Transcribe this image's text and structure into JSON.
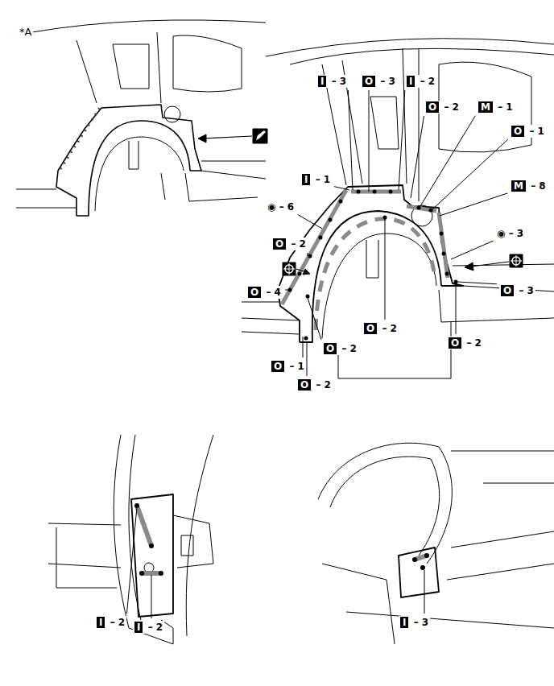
{
  "diagram": {
    "labels": [
      "I – 3",
      "O – 3",
      "I – 2",
      "O – 2",
      "M – 1",
      "O – 1",
      "I – 1",
      "M – 8",
      "◉ – 6",
      "◉ – 3",
      "O – 2",
      "O – 4",
      "O – 3",
      "O – 2",
      "O – 2",
      "O – 2",
      "O – 1",
      "O – 2",
      "I – 2",
      "I – 2",
      "I – 3",
      "*A"
    ]
  }
}
